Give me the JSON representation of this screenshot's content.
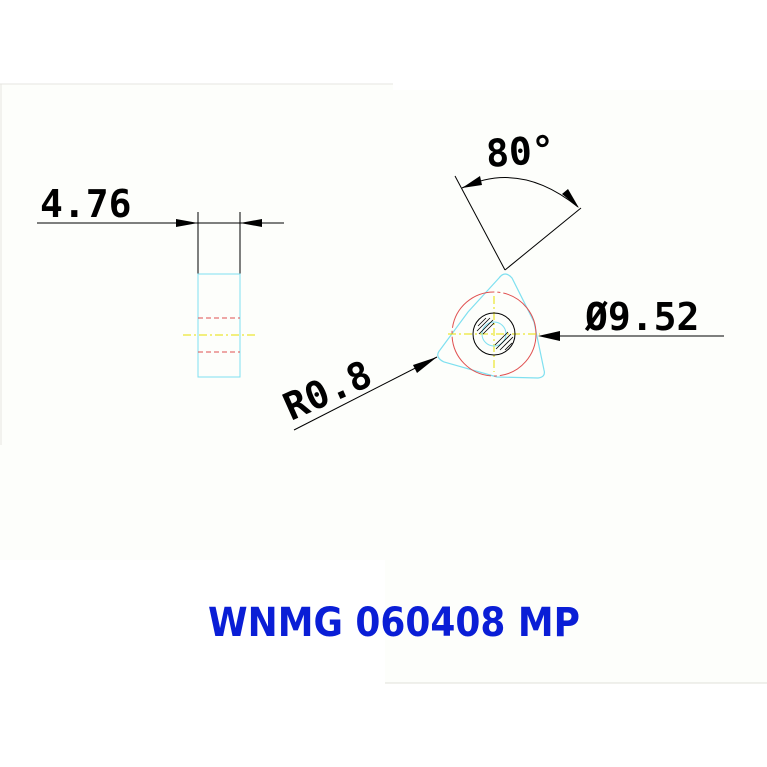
{
  "dimensions": {
    "thickness": "4.76",
    "angle": "80°",
    "inscribed_circle": "Ø9.52",
    "corner_radius": "R0.8"
  },
  "title": "WNMG 060408 MP",
  "colors": {
    "background": "#fdfefb",
    "dimension_line": "#000000",
    "insert_outline": "#7fe0f0",
    "hidden_line": "#e05050",
    "center_line": "#e8e000",
    "title": "#0a1ed6"
  }
}
